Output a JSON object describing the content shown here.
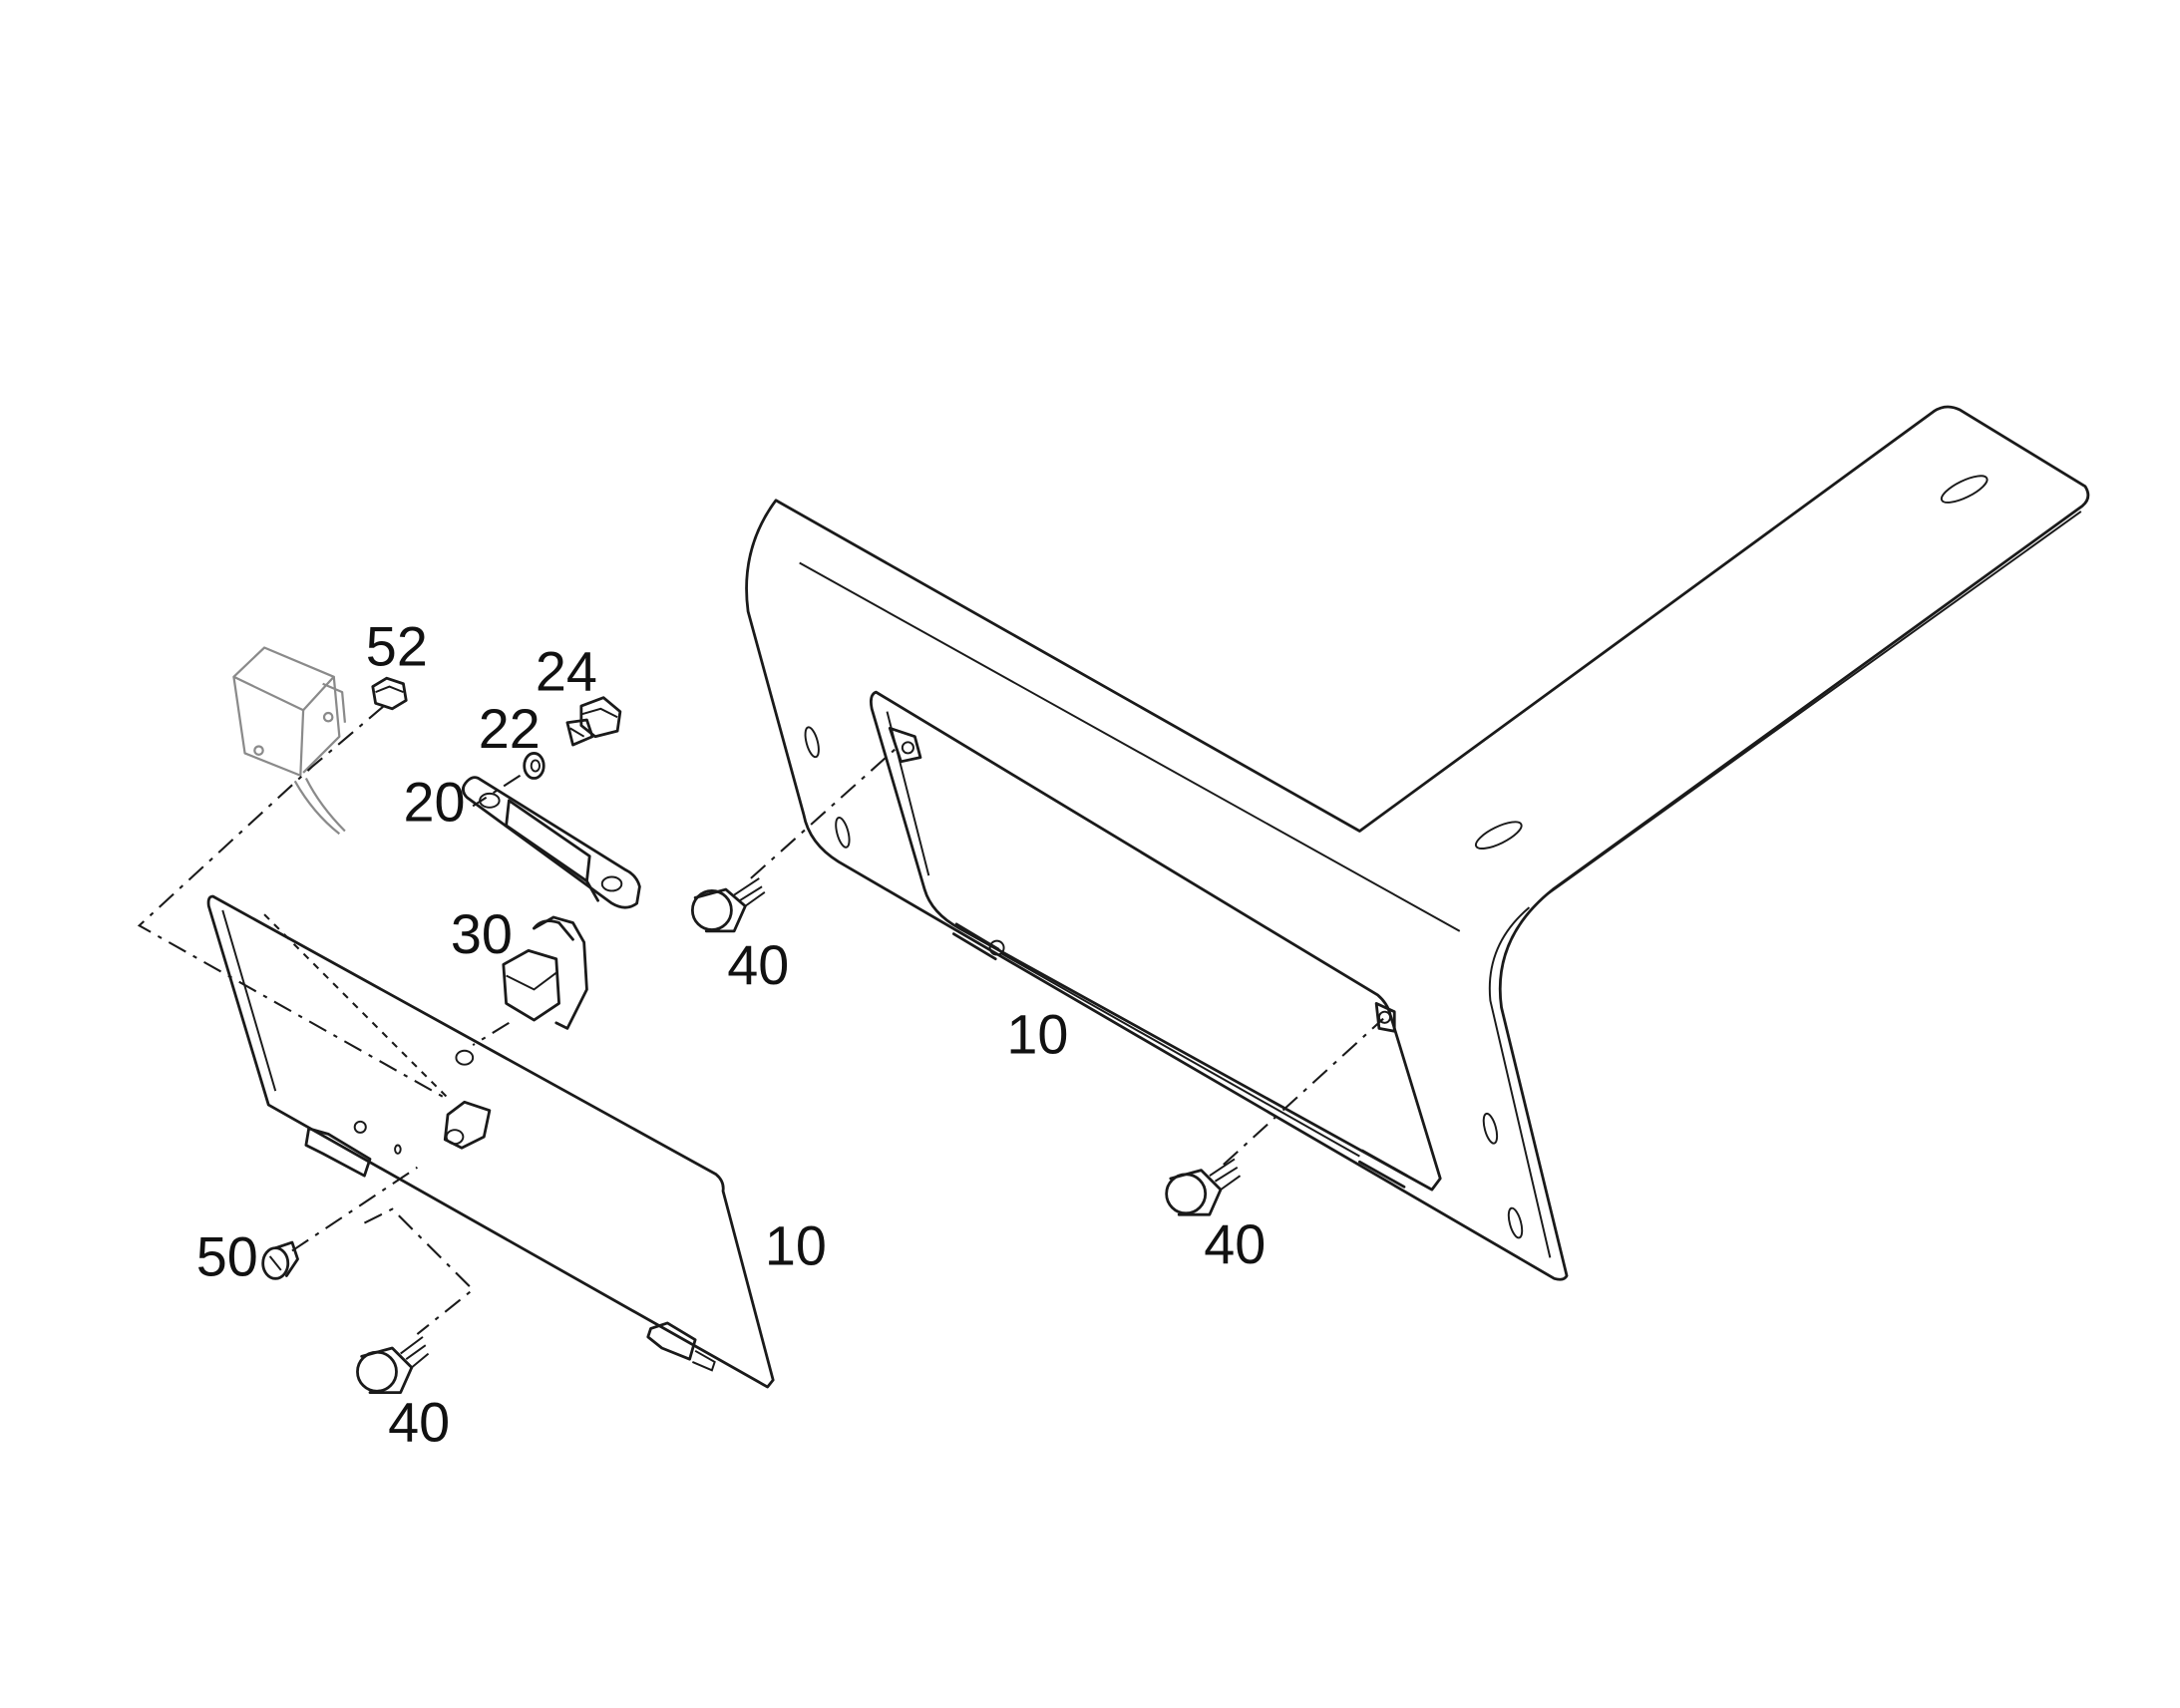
{
  "callouts": {
    "c52": "52",
    "c24": "24",
    "c22": "22",
    "c20": "20",
    "c30": "30",
    "c40a": "40",
    "c10a": "10",
    "c10b": "10",
    "c40b": "40",
    "c50": "50",
    "c40c": "40"
  }
}
